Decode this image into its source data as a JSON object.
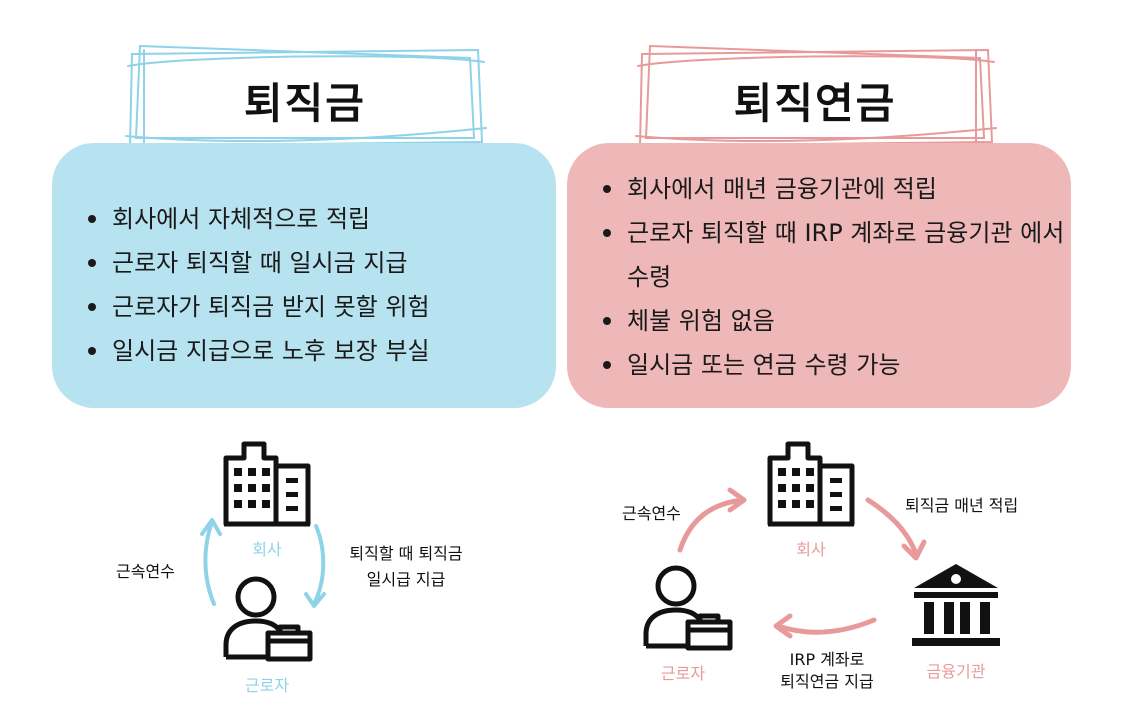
{
  "colors": {
    "blue": "#b7e3f0",
    "blue_accent": "#8fd3e8",
    "pink": "#efb8b8",
    "pink_accent": "#e89a9a"
  },
  "left": {
    "title": "퇴직금",
    "bullets": [
      "회사에서 자체적으로 적립",
      "근로자 퇴직할 때 일시금 지급",
      "근로자가 퇴직금 받지 못할 위험",
      "일시금 지급으로 노후 보장 부실"
    ],
    "diagram": {
      "company_label": "회사",
      "worker_label": "근로자",
      "left_arrow_label": "근속연수",
      "right_arrow_label_line1": "퇴직할 때 퇴직금",
      "right_arrow_label_line2": "일시급 지급",
      "icons": [
        "building-icon",
        "worker-icon"
      ]
    }
  },
  "right": {
    "title": "퇴직연금",
    "bullets": [
      "회사에서 매년 금융기관에 적립",
      "근로자 퇴직할 때 IRP 계좌로 금융기관 에서 수령",
      "체불 위험 없음",
      "일시금 또는 연금 수령 가능"
    ],
    "diagram": {
      "company_label": "회사",
      "worker_label": "근로자",
      "bank_label": "금융기관",
      "tenure_label": "근속연수",
      "annual_label": "퇴직금 매년 적립",
      "irp_label_line1": "IRP 계좌로",
      "irp_label_line2": "퇴직연금 지급",
      "icons": [
        "building-icon",
        "worker-icon",
        "bank-icon"
      ]
    }
  }
}
